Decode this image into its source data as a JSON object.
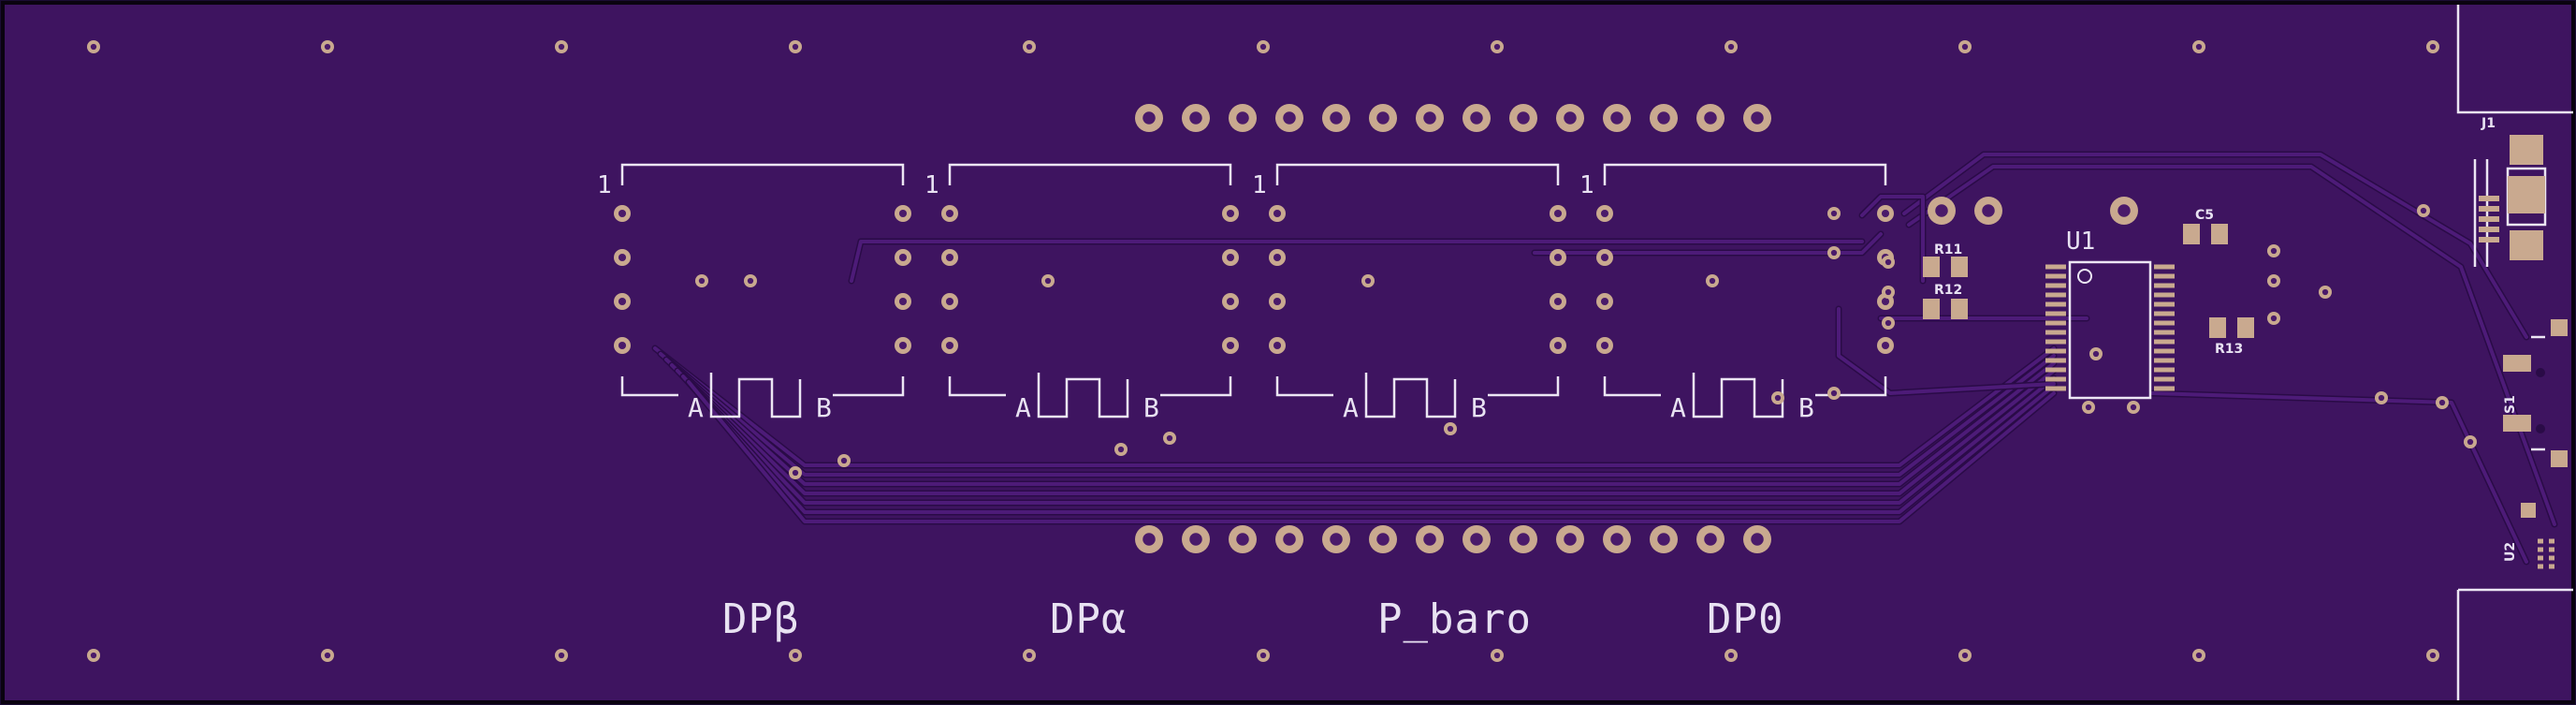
{
  "board": {
    "colors": {
      "substrate": "#3e1460",
      "trace": "#4d1b78",
      "trace_edge": "#2a0b47",
      "pad": "#c9a98f",
      "pad_hole": "#4a1a6a",
      "silkscreen": "#ece6f4",
      "outline": "#0a0310"
    }
  },
  "sensor_labels": [
    {
      "text": "DPβ"
    },
    {
      "text": "DPα"
    },
    {
      "text": "P_baro"
    },
    {
      "text": "DP0"
    }
  ],
  "sensor_footprints": [
    {
      "pin1": "1",
      "port_a": "A",
      "port_b": "B"
    },
    {
      "pin1": "1",
      "port_a": "A",
      "port_b": "B"
    },
    {
      "pin1": "1",
      "port_a": "A",
      "port_b": "B"
    },
    {
      "pin1": "1",
      "port_a": "A",
      "port_b": "B"
    }
  ],
  "components": {
    "u1": "U1",
    "r11": "R11",
    "r12": "R12",
    "r13": "R13",
    "c5": "C5",
    "j1": "J1",
    "s1": "S1",
    "u2": "U2"
  },
  "headers": {
    "top_pin_count": 14,
    "bottom_pin_count": 14
  }
}
